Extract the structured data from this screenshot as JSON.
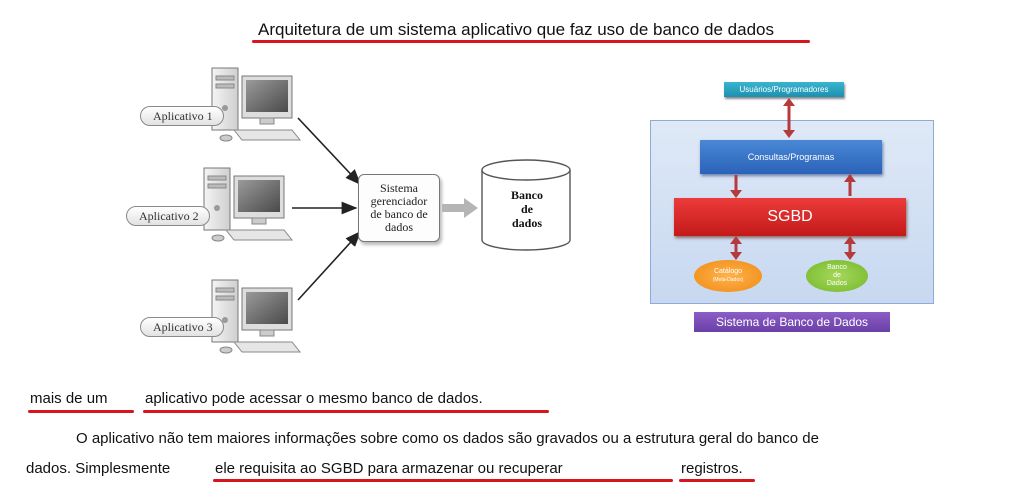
{
  "title": "Arquitetura de um sistema aplicativo que faz uso de banco de dados",
  "left_diagram": {
    "apps": [
      "Aplicativo 1",
      "Aplicativo 2",
      "Aplicativo 3"
    ],
    "sgbd_box": "Sistema\ngerenciador\nde banco de\ndados",
    "database": "Banco\nde\ndados"
  },
  "right_diagram": {
    "users": "Usuários/Programadores",
    "queries": "Consultas/Programas",
    "sgbd": "SGBD",
    "catalog": "Catálogo",
    "catalog_sub": "(Meta-Dados)",
    "database": "Banco\nde\nDados",
    "system_label": "Sistema de Banco de Dados",
    "colors": {
      "users": "#2aa4c4",
      "queries": "#3a78cc",
      "sgbd": "#d42424",
      "catalog": "#f39a2a",
      "database": "#8cc63e",
      "label": "#7b4fb8",
      "arrows": "#b53a3a"
    }
  },
  "text": {
    "line1_a": "mais  de  um",
    "line1_b": "aplicativo pode acessar o mesmo banco de dados.",
    "line2": "O aplicativo não tem maiores  informações sobre como os dados são gravados ou a estrutura geral do banco de",
    "line3_a": "dados.  Simplesmente",
    "line3_b": "ele  requisita  ao  SGBD  para  armazenar  ou  recuperar",
    "line3_c": "registros."
  },
  "underline_color": "#d8141e"
}
